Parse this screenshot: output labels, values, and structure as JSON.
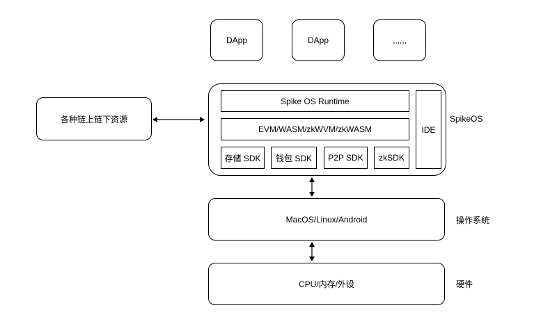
{
  "dapps": [
    "DApp",
    "DApp",
    ",,,,,,"
  ],
  "offchain": "各种链上链下资源",
  "spikeos": {
    "label": "SpikeOS",
    "runtime": "Spike OS Runtime",
    "vm": "EVM/WASM/zkWVM/zkWASM",
    "sdks": [
      "存储 SDK",
      "钱包 SDK",
      "P2P SDK",
      "zkSDK"
    ],
    "ide": "IDE"
  },
  "os": {
    "box": "MacOS/Linux/Android",
    "label": "操作系统"
  },
  "hardware": {
    "box": "CPU/内存/外设",
    "label": "硬件"
  }
}
